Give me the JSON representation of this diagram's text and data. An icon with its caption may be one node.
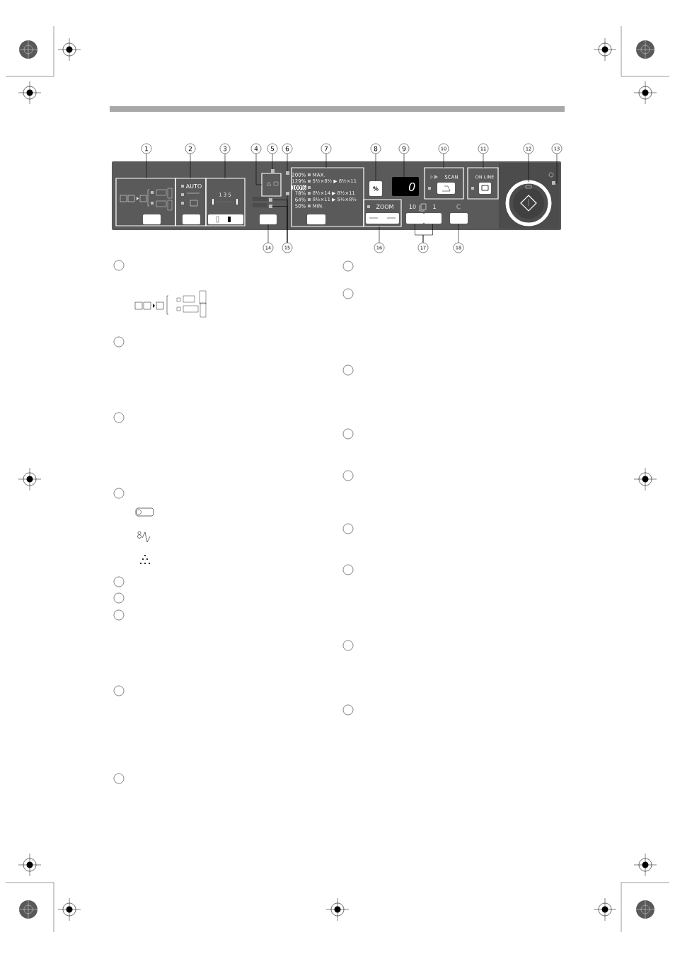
{
  "diagram": {
    "nodes": [
      {
        "text": [
          "1"
        ]
      },
      {
        "text": [
          "2"
        ]
      },
      {
        "text": [
          "3"
        ]
      },
      {
        "text": [
          "4"
        ]
      },
      {
        "text": [
          "5"
        ]
      },
      {
        "text": [
          "6"
        ]
      },
      {
        "text": [
          "7"
        ]
      },
      {
        "text": [
          "8"
        ]
      },
      {
        "text": [
          "9"
        ]
      },
      {
        "text": [
          "10"
        ]
      },
      {
        "text": [
          "11"
        ]
      },
      {
        "text": [
          "12"
        ]
      },
      {
        "text": [
          "13"
        ]
      },
      {
        "text": [
          "14"
        ]
      },
      {
        "text": [
          "15"
        ]
      },
      {
        "text": [
          "16"
        ]
      },
      {
        "text": [
          "17"
        ]
      },
      {
        "text": [
          "18"
        ]
      },
      {
        "text": [],
        "shape": "box"
      },
      {
        "text": [
          "AUTO"
        ]
      },
      {
        "text": [
          "1 3 5"
        ]
      },
      {
        "text": [],
        "shape": "box"
      },
      {
        "text": [],
        "shape": "box"
      },
      {
        "text": [],
        "shape": "box"
      },
      {
        "text": [],
        "shape": "box"
      },
      {
        "text": [],
        "shape": "box"
      },
      {
        "text": [],
        "shape": "box"
      },
      {
        "text": [],
        "shape": "box"
      },
      {
        "text": [
          "200%",
          "MAX.",
          "129%",
          "5½×8½ ▶ 8½×11",
          "100%",
          "78%",
          "8½×14 ▶ 8½×11",
          "64%",
          "8½×11 ▶ 5½×8½",
          "50%",
          "MIN."
        ]
      },
      {
        "text": [
          "%"
        ]
      },
      {
        "text": [
          "0"
        ]
      },
      {
        "text": [
          "SCAN"
        ]
      },
      {
        "text": [
          "ON LINE"
        ]
      },
      {
        "text": [],
        "shape": "circle"
      },
      {
        "text": [],
        "shape": "box"
      },
      {
        "text": [
          "ZOOM"
        ]
      },
      {
        "text": [],
        "shape": "box"
      },
      {
        "text": [],
        "shape": "box"
      },
      {
        "text": [],
        "shape": "box"
      },
      {
        "text": [],
        "shape": "circle"
      },
      {
        "text": [],
        "shape": "circle"
      },
      {
        "text": [],
        "shape": "circle"
      },
      {
        "text": [],
        "shape": "circle"
      },
      {
        "text": [],
        "shape": "circle"
      },
      {
        "text": [],
        "shape": "circle"
      },
      {
        "text": [],
        "shape": "circle"
      },
      {
        "text": [],
        "shape": "circle"
      },
      {
        "text": [],
        "shape": "circle"
      },
      {
        "text": [],
        "shape": "circle"
      },
      {
        "text": [],
        "shape": "circle"
      },
      {
        "text": [],
        "shape": "circle"
      },
      {
        "text": [],
        "shape": "circle"
      },
      {
        "text": [],
        "shape": "circle"
      },
      {
        "text": [],
        "shape": "circle"
      },
      {
        "text": [],
        "shape": "circle"
      },
      {
        "text": [],
        "shape": "circle"
      },
      {
        "text": [],
        "shape": "circle"
      }
    ],
    "edges": [
      {
        "from": 0,
        "to": 18,
        "arrow": "none"
      },
      {
        "from": 1,
        "to": 19,
        "arrow": "none"
      },
      {
        "from": 2,
        "to": 20,
        "arrow": "none"
      },
      {
        "from": 3,
        "to": 21,
        "arrow": "none"
      },
      {
        "from": 4,
        "to": 22,
        "arrow": "none"
      },
      {
        "from": 5,
        "to": 23,
        "arrow": "none"
      },
      {
        "from": 6,
        "to": 28,
        "arrow": "none"
      },
      {
        "from": 7,
        "to": 29,
        "arrow": "none"
      },
      {
        "from": 8,
        "to": 30,
        "arrow": "none"
      },
      {
        "from": 9,
        "to": 31,
        "arrow": "none"
      },
      {
        "from": 10,
        "to": 32,
        "arrow": "none"
      },
      {
        "from": 11,
        "to": 33,
        "arrow": "none"
      },
      {
        "from": 12,
        "to": 34,
        "arrow": "none"
      },
      {
        "from": 13,
        "to": 24,
        "arrow": "none"
      },
      {
        "from": 14,
        "to": 25,
        "arrow": "none"
      },
      {
        "from": 14,
        "to": 26,
        "arrow": "none"
      },
      {
        "from": 14,
        "to": 27,
        "arrow": "none"
      },
      {
        "from": 15,
        "to": 35,
        "arrow": "none"
      },
      {
        "from": 16,
        "to": 36,
        "arrow": "none"
      },
      {
        "from": 16,
        "to": 37,
        "arrow": "none"
      },
      {
        "from": 17,
        "to": 38,
        "arrow": "none"
      }
    ],
    "labels": [
      "10",
      "1",
      "C"
    ]
  }
}
